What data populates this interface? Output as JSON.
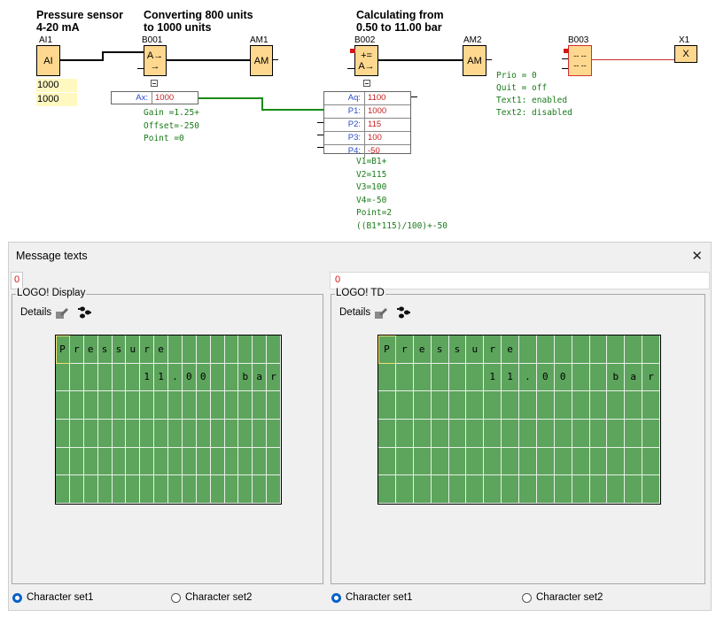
{
  "diagram": {
    "headers": [
      {
        "id": "h1",
        "line1": "Pressure sensor",
        "line2": "4-20 mA"
      },
      {
        "id": "h2",
        "line1": "Converting 800 units",
        "line2": "to 1000 units"
      },
      {
        "id": "h3",
        "line1": "Calculating from",
        "line2": "0.50 to 11.00 bar"
      }
    ],
    "blocks": {
      "ai1": {
        "label": "AI1",
        "text": "AI"
      },
      "b001": {
        "label": "B001",
        "text1": "A→",
        "text2": "→"
      },
      "am1": {
        "label": "AM1",
        "text": "AM"
      },
      "b002": {
        "label": "B002",
        "text1": "+=",
        "text2": "A→"
      },
      "am2": {
        "label": "AM2",
        "text": "AM"
      },
      "b003": {
        "label": "B003",
        "text1": "-- --",
        "text2": "-- --"
      },
      "x1": {
        "label": "X1",
        "text": "X"
      }
    },
    "ai1_values": [
      "1000",
      "1000"
    ],
    "b001_param": {
      "name": "Ax:",
      "value": "1000"
    },
    "b001_settings": [
      "Gain =1.25+",
      "Offset=-250",
      "Point =0"
    ],
    "b002_params": [
      {
        "name": "Aq:",
        "value": "1100"
      },
      {
        "name": "P1:",
        "value": "1000"
      },
      {
        "name": "P2:",
        "value": "115"
      },
      {
        "name": "P3:",
        "value": "100"
      },
      {
        "name": "P4:",
        "value": "-50"
      }
    ],
    "b002_settings": [
      "V1=B1+",
      "V2=115",
      "V3=100",
      "V4=-50",
      "Point=2",
      "((B1*115)/100)+-50"
    ],
    "b003_settings": [
      "Prio = 0",
      "Quit = off",
      "Text1: enabled",
      "Text2: disabled"
    ]
  },
  "dialog": {
    "title": "Message texts",
    "close": "✕",
    "tabs": [
      {
        "num": "0"
      },
      {
        "num": "0"
      }
    ],
    "panels": [
      {
        "legend": "LOGO! Display",
        "details": "Details",
        "line1": "Pressure",
        "line2_value": "11.00",
        "line2_unit": "bar",
        "radio1": "Character set1",
        "radio2": "Character set2"
      },
      {
        "legend": "LOGO! TD",
        "details": "Details",
        "line1": "Pressure",
        "line2_value": "11.00",
        "line2_unit": "bar",
        "radio1": "Character set1",
        "radio2": "Character set2"
      }
    ]
  }
}
